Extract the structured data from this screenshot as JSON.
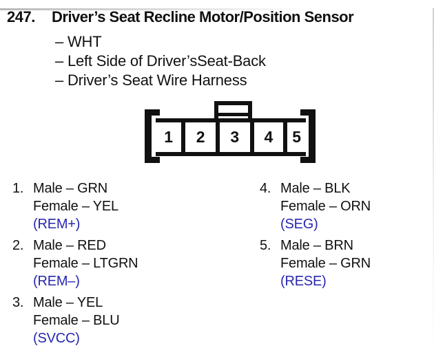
{
  "header": {
    "number": "247.",
    "title": "Driver’s Seat Recline Motor/Position Sensor",
    "details": [
      "– WHT",
      "– Left Side of Driver’sSeat-Back",
      "– Driver’s Seat Wire Harness"
    ]
  },
  "connector": {
    "pins": [
      "1",
      "2",
      "3",
      "4",
      "5"
    ]
  },
  "pin_list": {
    "left": [
      {
        "num": "1.",
        "male": "Male – GRN",
        "female": "Female – YEL",
        "signal": "(REM+)"
      },
      {
        "num": "2.",
        "male": "Male – RED",
        "female": "Female – LTGRN",
        "signal": "(REM–)"
      },
      {
        "num": "3.",
        "male": "Male – YEL",
        "female": "Female – BLU",
        "signal": "(SVCC)"
      }
    ],
    "right": [
      {
        "num": "4.",
        "male": "Male – BLK",
        "female": "Female – ORN",
        "signal": "(SEG)"
      },
      {
        "num": "5.",
        "male": "Male – BRN",
        "female": "Female – GRN",
        "signal": "(RESE)"
      }
    ]
  },
  "colors": {
    "ink": "#111111",
    "signal_blue": "#2626b0",
    "paper": "#ffffff"
  }
}
